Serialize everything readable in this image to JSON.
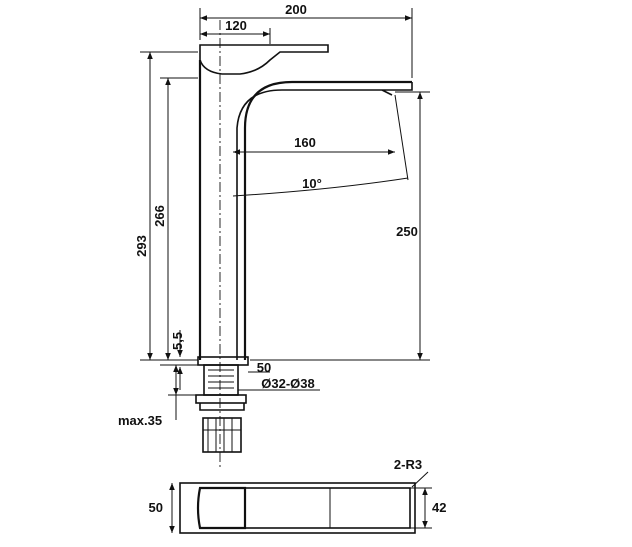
{
  "dimensions": {
    "overall_width": "200",
    "handle_length": "120",
    "spout_reach": "160",
    "spout_angle": "10°",
    "overall_height": "293",
    "handle_height": "266",
    "spout_height": "250",
    "base_thickness": "5,5",
    "base_diameter": "50",
    "hole_diameter": "Ø32-Ø38",
    "max_deck": "max.35",
    "corner_radius": "2-R3",
    "top_view_width": "50",
    "top_view_depth": "42"
  }
}
